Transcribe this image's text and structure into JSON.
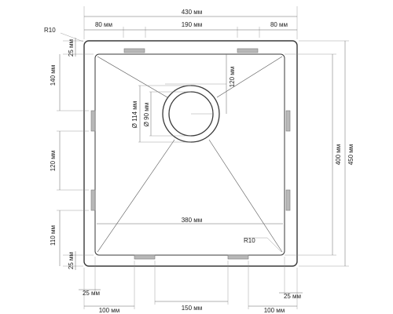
{
  "labels": {
    "width_total": "430 мм",
    "width_left": "80 мм",
    "width_middle": "190 мм",
    "width_right": "80 мм",
    "corner_outer": "R10",
    "corner_inner": "R10",
    "left_top_25": "25 мм",
    "left_140": "140 мм",
    "left_120": "120 мм",
    "left_110": "110 мм",
    "left_bottom_25": "25 мм",
    "drain_120": "120 мм",
    "drain_d114": "Ø 114 мм",
    "drain_d90": "Ø 90 мм",
    "inner_width": "380 мм",
    "height_400": "400 мм",
    "height_450": "450 мм",
    "bottom_left_25": "25 мм",
    "bottom_right_25": "25 мм",
    "bottom_100_left": "100 мм",
    "bottom_150": "150 мм",
    "bottom_100_right": "100 мм"
  },
  "colors": {
    "line": "#3a3a3a",
    "slot_fill": "#b8b8b8"
  }
}
